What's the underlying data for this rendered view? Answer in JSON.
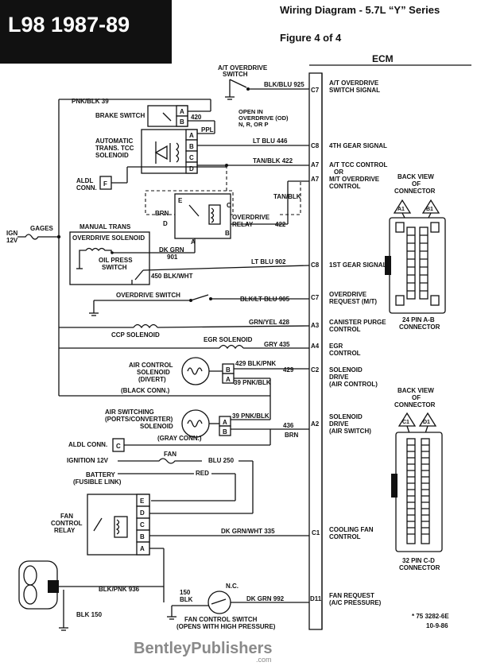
{
  "header": {
    "model": "L98 1987-89",
    "title": "Wiring Diagram - 5.7L “Y” Series",
    "figure": "Figure 4 of 4"
  },
  "ecm": {
    "label": "ECM",
    "pins": [
      {
        "pin": "C7",
        "wire": "BLK/BLU 925",
        "signal": [
          "A/T OVERDRIVE",
          "SWITCH SIGNAL"
        ]
      },
      {
        "pin": "C8",
        "wire": "LT BLU 446",
        "signal": [
          "4TH GEAR SIGNAL"
        ]
      },
      {
        "pin": "A7",
        "wire": "TAN/BLK 422",
        "signal": [
          "A/T TCC CONTROL",
          "OR"
        ]
      },
      {
        "pin": "A7",
        "wire": "TAN/BLK",
        "signal": [
          "M/T OVERDRIVE",
          "CONTROL"
        ]
      },
      {
        "pin": "C8",
        "wire": "LT BLU 902",
        "signal": [
          "1ST GEAR SIGNAL"
        ]
      },
      {
        "pin": "C7",
        "wire": "BLK/LT BLU 905",
        "signal": [
          "OVERDRIVE",
          "REQUEST (M/T)"
        ]
      },
      {
        "pin": "A3",
        "wire": "GRN/YEL 428",
        "signal": [
          "CANISTER PURGE",
          "CONTROL"
        ]
      },
      {
        "pin": "A4",
        "wire": "GRY 435",
        "signal": [
          "EGR",
          "CONTROL"
        ]
      },
      {
        "pin": "C2",
        "wire": "429",
        "signal": [
          "SOLENOID",
          "DRIVE",
          "(AIR CONTROL)"
        ]
      },
      {
        "pin": "A2",
        "wire": "436",
        "signal": [
          "SOLENOID",
          "DRIVE",
          "(AIR SWITCH)"
        ]
      },
      {
        "pin": "C1",
        "wire": "DK GRN/WHT 335",
        "signal": [
          "COOLING FAN",
          "CONTROL"
        ]
      },
      {
        "pin": "D11",
        "wire": "DK GRN 992",
        "signal": [
          "FAN REQUEST",
          "(A/C PRESSURE)"
        ]
      }
    ]
  },
  "components": {
    "at_od_switch": "A/T OVERDRIVE",
    "at_od_switch2": "SWITCH",
    "open_in": "OPEN IN",
    "open_in2": "OVERDRIVE (OD)",
    "open_in3": "N, R, OR P",
    "pnk_blk_39": "PNK/BLK 39",
    "brake_switch": "BRAKE SWITCH",
    "w420": "420",
    "ppl": "PPL",
    "auto_trans1": "AUTOMATIC",
    "auto_trans2": "TRANS. TCC",
    "auto_trans3": "SOLENOID",
    "aldl_conn1": "ALDL",
    "aldl_conn2": "CONN.",
    "brn": "BRN",
    "od_relay1": "OVERDRIVE",
    "od_relay2": "RELAY",
    "w422": "422",
    "ign": "IGN",
    "ign12": "12V",
    "gages": "GAGES",
    "manual_trans": "MANUAL TRANS",
    "od_solenoid": "OVERDRIVE SOLENOID",
    "oil_press1": "OIL PRESS",
    "oil_press2": "SWITCH",
    "dk_grn": "DK GRN",
    "w901": "901",
    "w450": "450 BLK/WHT",
    "od_switch": "OVERDRIVE SWITCH",
    "ccp": "CCP SOLENOID",
    "egr": "EGR SOLENOID",
    "air_ctrl1": "AIR CONTROL",
    "air_ctrl2": "SOLENOID",
    "air_ctrl3": "(DIVERT)",
    "w429pnk": "429 BLK/PNK",
    "w39pnk_a": "39 PNK/BLK",
    "black_conn": "(BLACK CONN.)",
    "air_sw1": "AIR SWITCHING",
    "air_sw2": "(PORTS/CONVERTER)",
    "air_sw3": "SOLENOID",
    "w39pnk_b": "39 PNK/BLK",
    "brn2": "BRN",
    "gray_conn": "(GRAY CONN.)",
    "aldl_conn3": "ALDL CONN.",
    "ignition12": "IGNITION 12V",
    "fan": "FAN",
    "blu250": "BLU 250",
    "battery1": "BATTERY",
    "battery2": "(FUSIBLE LINK)",
    "red": "RED",
    "fan_relay1": "FAN",
    "fan_relay2": "CONTROL",
    "fan_relay3": "RELAY",
    "blkpnk936": "BLK/PNK 936",
    "blk150": "BLK 150",
    "nc": "N.C.",
    "w150": "150",
    "blk": "BLK",
    "fan_sw1": "FAN CONTROL SWITCH",
    "fan_sw2": "(OPENS WITH HIGH PRESSURE)"
  },
  "connectors": {
    "back_view": [
      "BACK VIEW",
      "OF",
      "CONNECTOR"
    ],
    "ab_label": [
      "24 PIN  A-B",
      "CONNECTOR"
    ],
    "cd_label": [
      "32  PIN C-D",
      "CONNECTOR"
    ],
    "ab_pins": [
      "A1",
      "B1"
    ],
    "cd_pins": [
      "C1",
      "D1"
    ]
  },
  "footer": {
    "ref": "* 75 3282-6E",
    "date": "10-9-86",
    "brand": "BentleyPublishers",
    "brand_suffix": ".com"
  }
}
